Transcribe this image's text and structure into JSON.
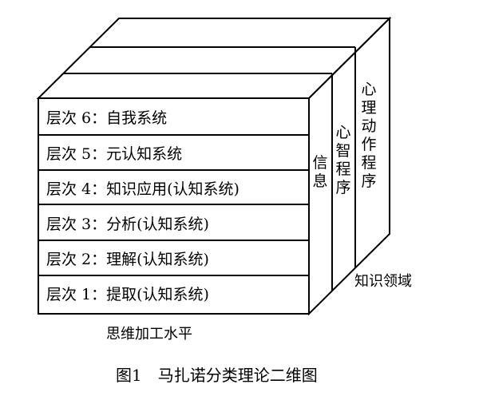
{
  "diagram": {
    "levels": [
      "层次 6：自我系统",
      "层次 5：元认知系统",
      "层次 4：知识应用(认知系统)",
      "层次 3：分析(认知系统)",
      "层次 2：理解(认知系统)",
      "层次 1：提取(认知系统)"
    ],
    "knowledge_domains": [
      "信息",
      "心智程序",
      "心理动作程序"
    ],
    "domain_axis_label": "知识领域",
    "level_axis_label": "思维加工水平",
    "figure_caption": "图1　马扎诺分类理论二维图"
  },
  "colors": {
    "line": "#000000",
    "background": "#ffffff"
  }
}
